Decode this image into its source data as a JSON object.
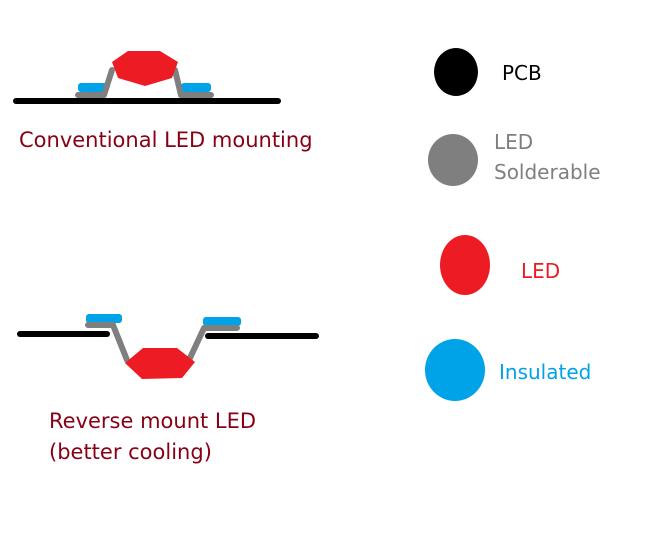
{
  "colors": {
    "pcb": "#000000",
    "solderable": "#7f7f7f",
    "led": "#ed1c24",
    "insulated": "#00a2e8",
    "caption": "#880015"
  },
  "captions": {
    "conventional": "Conventional LED mounting",
    "reverse_line1": "Reverse mount LED",
    "reverse_line2": "(better cooling)"
  },
  "legend": [
    {
      "name": "pcb",
      "lines": [
        "PCB"
      ]
    },
    {
      "name": "solderable",
      "lines": [
        "LED",
        "Solderable"
      ]
    },
    {
      "name": "led",
      "lines": [
        "LED"
      ]
    },
    {
      "name": "insulated",
      "lines": [
        "Insulated"
      ]
    }
  ]
}
